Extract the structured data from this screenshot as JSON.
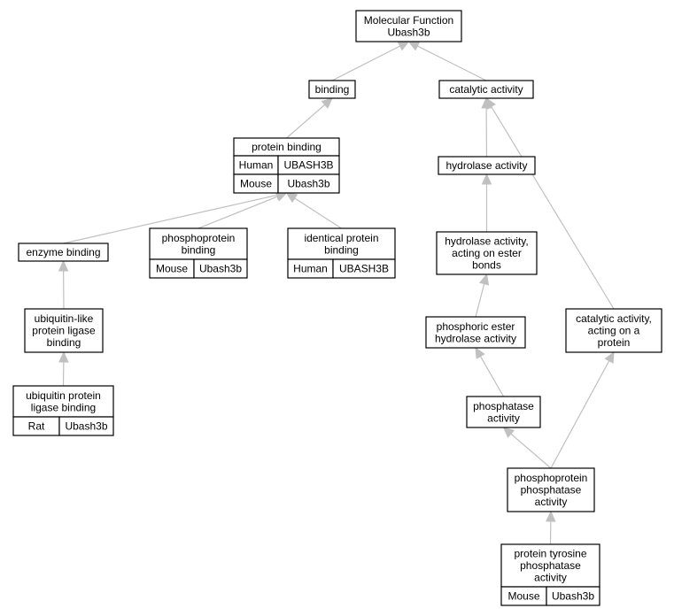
{
  "colors": {
    "Human": "#f4634a",
    "Mouse": "#add8e6",
    "Rat": "#ffd700",
    "node_fill": "#ffffff",
    "edge": "#c0c0c0"
  },
  "nodes": {
    "mf": {
      "lines": [
        "Molecular Function",
        "Ubash3b"
      ],
      "annotations": []
    },
    "binding": {
      "lines": [
        "binding"
      ],
      "annotations": []
    },
    "catalytic": {
      "lines": [
        "catalytic activity"
      ],
      "annotations": []
    },
    "protein_binding": {
      "lines": [
        "protein binding"
      ],
      "annotations": [
        {
          "species": "Human",
          "gene": "UBASH3B"
        },
        {
          "species": "Mouse",
          "gene": "Ubash3b"
        }
      ]
    },
    "hydrolase": {
      "lines": [
        "hydrolase activity"
      ],
      "annotations": []
    },
    "enzyme_binding": {
      "lines": [
        "enzyme binding"
      ],
      "annotations": []
    },
    "phosphoprotein_binding": {
      "lines": [
        "phosphoprotein",
        "binding"
      ],
      "annotations": [
        {
          "species": "Mouse",
          "gene": "Ubash3b"
        }
      ]
    },
    "identical_protein_binding": {
      "lines": [
        "identical protein",
        "binding"
      ],
      "annotations": [
        {
          "species": "Human",
          "gene": "UBASH3B"
        }
      ]
    },
    "hydrolase_ester": {
      "lines": [
        "hydrolase activity,",
        "acting on ester",
        "bonds"
      ],
      "annotations": []
    },
    "ubl_ligase_binding": {
      "lines": [
        "ubiquitin-like",
        "protein ligase",
        "binding"
      ],
      "annotations": []
    },
    "phosphoric_ester": {
      "lines": [
        "phosphoric ester",
        "hydrolase activity"
      ],
      "annotations": []
    },
    "catalytic_protein": {
      "lines": [
        "catalytic activity,",
        "acting on a",
        "protein"
      ],
      "annotations": []
    },
    "ub_ligase_binding": {
      "lines": [
        "ubiquitin protein",
        "ligase binding"
      ],
      "annotations": [
        {
          "species": "Rat",
          "gene": "Ubash3b"
        }
      ]
    },
    "phosphatase": {
      "lines": [
        "phosphatase",
        "activity"
      ],
      "annotations": []
    },
    "phosphoprotein_phosphatase": {
      "lines": [
        "phosphoprotein",
        "phosphatase",
        "activity"
      ],
      "annotations": []
    },
    "ptp": {
      "lines": [
        "protein tyrosine",
        "phosphatase",
        "activity"
      ],
      "annotations": [
        {
          "species": "Mouse",
          "gene": "Ubash3b"
        }
      ]
    }
  },
  "edges": [
    {
      "from": "binding",
      "to": "mf"
    },
    {
      "from": "catalytic",
      "to": "mf"
    },
    {
      "from": "protein_binding",
      "to": "binding"
    },
    {
      "from": "hydrolase",
      "to": "catalytic"
    },
    {
      "from": "catalytic_protein",
      "to": "catalytic"
    },
    {
      "from": "enzyme_binding",
      "to": "protein_binding"
    },
    {
      "from": "phosphoprotein_binding",
      "to": "protein_binding"
    },
    {
      "from": "identical_protein_binding",
      "to": "protein_binding"
    },
    {
      "from": "hydrolase_ester",
      "to": "hydrolase"
    },
    {
      "from": "ubl_ligase_binding",
      "to": "enzyme_binding"
    },
    {
      "from": "phosphoric_ester",
      "to": "hydrolase_ester"
    },
    {
      "from": "ub_ligase_binding",
      "to": "ubl_ligase_binding"
    },
    {
      "from": "phosphatase",
      "to": "phosphoric_ester"
    },
    {
      "from": "phosphoprotein_phosphatase",
      "to": "phosphatase"
    },
    {
      "from": "phosphoprotein_phosphatase",
      "to": "catalytic_protein"
    },
    {
      "from": "ptp",
      "to": "phosphoprotein_phosphatase"
    }
  ]
}
